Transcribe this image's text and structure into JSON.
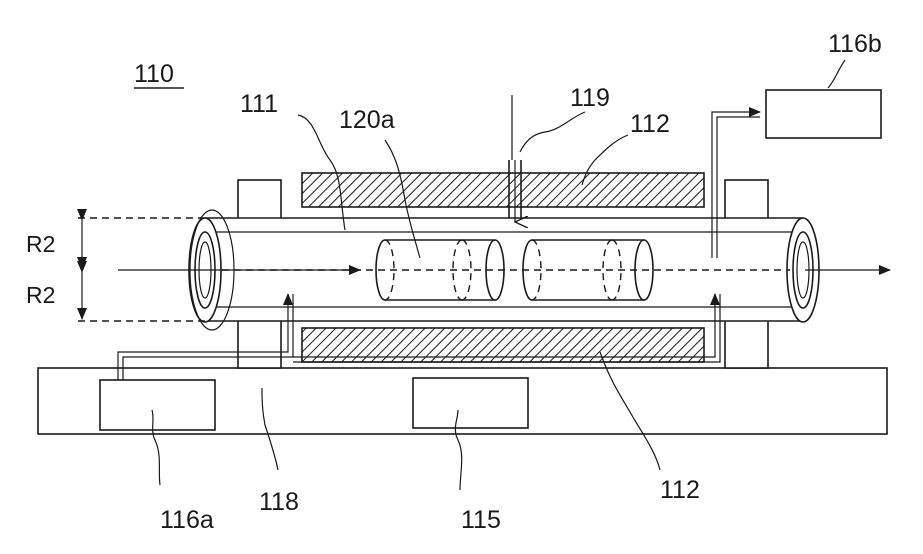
{
  "figure": {
    "labels": {
      "apparatus": "110",
      "tube": "111",
      "heater_top": "112",
      "heater_bottom": "112",
      "sample": "120a",
      "inlet": "119",
      "box_right": "116b",
      "box_left": "116a",
      "support": "118",
      "box_center": "115",
      "radius_top": "R2",
      "radius_bottom": "R2"
    }
  }
}
